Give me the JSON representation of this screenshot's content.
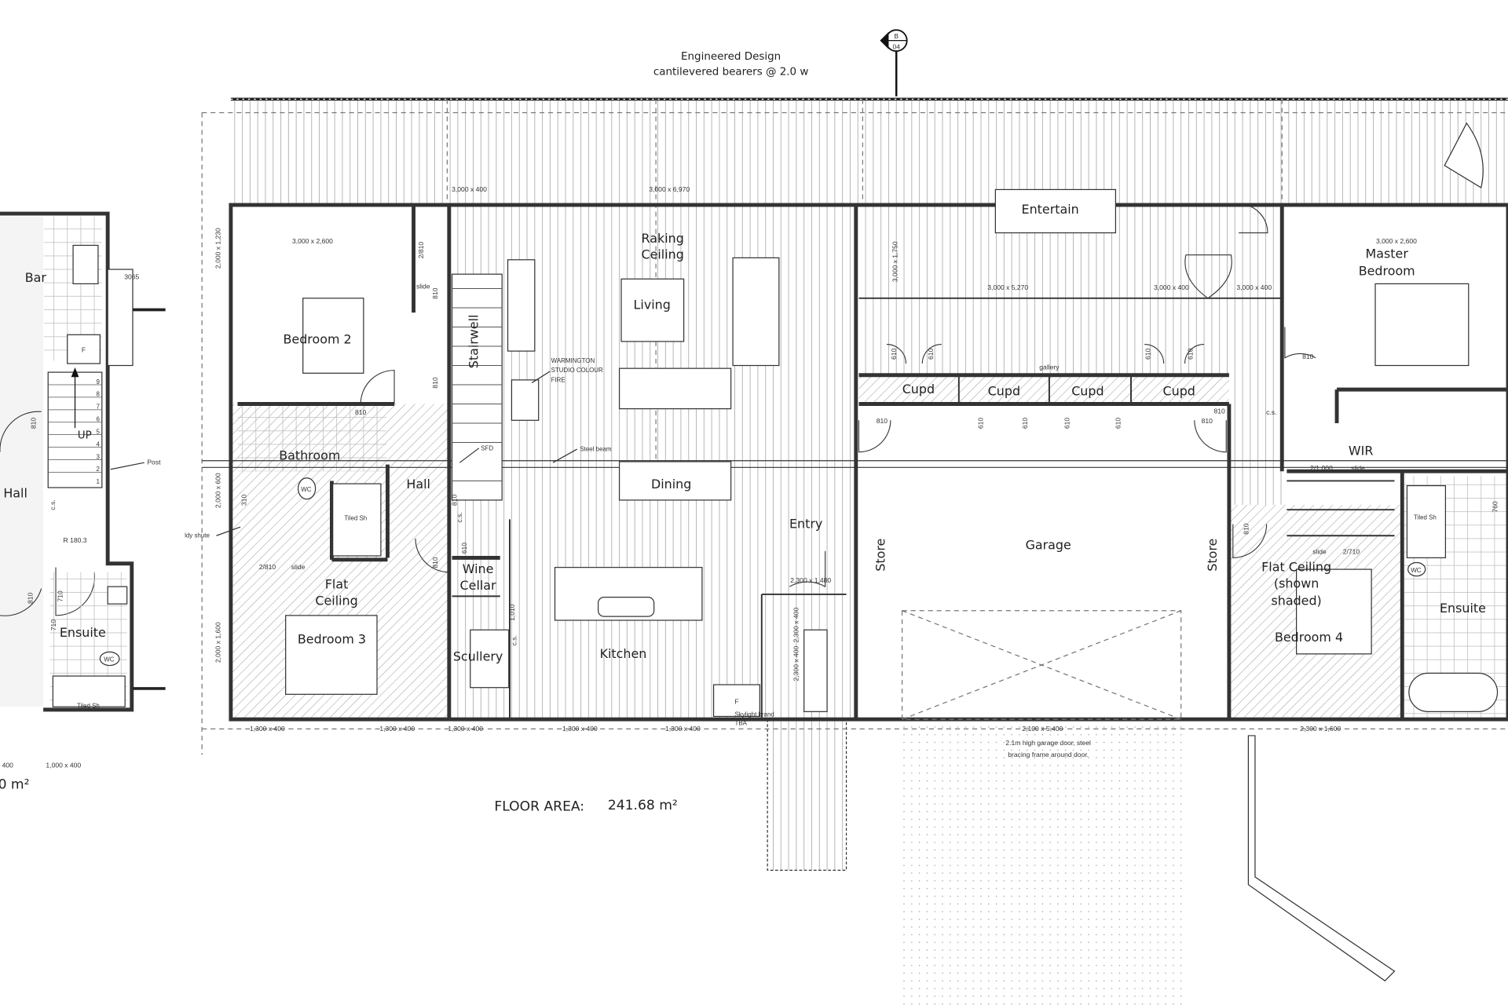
{
  "title_note": {
    "line1": "Engineered Design",
    "line2": "cantilevered bearers @ 2.0 w"
  },
  "section_marker": {
    "letter": "B",
    "sheet": "04"
  },
  "left_plan": {
    "bar": "Bar",
    "bar_code": "3065",
    "hall": "Hall",
    "stair_up": "UP",
    "riser": "R 180.3",
    "post": "Post",
    "ensuite": "Ensuite",
    "tiled_shower": "Tiled Sh",
    "wc": "WC",
    "door_810a": "810",
    "door_810b": "810",
    "door_710a": "710",
    "door_710b": "710",
    "stair_numbers": [
      "1",
      "2",
      "3",
      "4",
      "5",
      "6",
      "7",
      "8",
      "9"
    ],
    "dim_a": "400",
    "dim_b": "1,000 x 400",
    "area_partial": "0 m²",
    "fridge": "F"
  },
  "rooms": {
    "bedroom2": "Bedroom 2",
    "bathroom": "Bathroom",
    "hall": "Hall",
    "stairwell": "Stairwell",
    "flat_ceiling_1": "Flat",
    "flat_ceiling_2": "Ceiling",
    "bedroom3": "Bedroom 3",
    "wine_1": "Wine",
    "wine_2": "Cellar",
    "scullery": "Scullery",
    "kitchen": "Kitchen",
    "dining": "Dining",
    "living": "Living",
    "raking_1": "Raking",
    "raking_2": "Ceiling",
    "entry": "Entry",
    "store_left": "Store",
    "garage": "Garage",
    "store_right": "Store",
    "entertain": "Entertain",
    "gallery": "gallery",
    "cupd": [
      "Cupd",
      "Cupd",
      "Cupd",
      "Cupd"
    ],
    "master_1": "Master",
    "master_2": "Bedroom",
    "wir": "WIR",
    "flat4_1": "Flat Ceiling",
    "flat4_2": "(shown",
    "flat4_3": "shaded)",
    "bedroom4": "Bedroom 4",
    "ensuite": "Ensuite",
    "tiled_sh_1": "Tiled Sh",
    "tiled_sh_2": "Tiled Sh",
    "wc_1": "WC",
    "wc_2": "WC",
    "fridge": "F"
  },
  "dimensions": {
    "deck_left": "3,000 x 400",
    "deck_mid": "3,000 x 6,970",
    "bed2": "3,000 x 2,600",
    "master": "3,000 x 2,600",
    "ent_v": "3,000 x 1,750",
    "ent_w": "3,000 x 5,270",
    "ent_400a": "3,000 x 400",
    "ent_400b": "3,000 x 400",
    "side_1": "2,000 x 1,230",
    "side_2": "2,000 x 600",
    "side_3": "2,000 x 1,600",
    "bottom": [
      "1,300 x 400",
      "1,300 x 400",
      "1,300 x 400",
      "1,300 x 400",
      "1,300 x 400"
    ],
    "garage_door": "2,100 x 5,400",
    "bottom_right": "2,300 x 1,600",
    "entry_door": "2,300 x 1,480",
    "entry_side_1": "2,300 x 400",
    "entry_side_2": "2,300 x 400",
    "scullery_door": "1,010",
    "wine_door": "610",
    "laundry": "310",
    "d810": [
      "810",
      "810",
      "810",
      "810",
      "810",
      "810",
      "810",
      "810",
      "810",
      "810"
    ],
    "d610": [
      "610",
      "610",
      "610",
      "610",
      "610",
      "610",
      "610",
      "610"
    ],
    "slide": [
      "slide",
      "slide",
      "slide",
      "slide"
    ],
    "w2810": [
      "2/810",
      "2/810"
    ],
    "w2710": "2/710",
    "w21000": "2/1,000",
    "cs": [
      "c.s.",
      "c.s.",
      "c.s.",
      "c.s."
    ],
    "d760": "760"
  },
  "notes": {
    "fire_1": "WARMINGTON",
    "fire_2": "STUDIO COLOUR",
    "fire_3": "FIRE",
    "steel_beam": "Steel beam",
    "sfd": "SFD",
    "ldy_shute": "ldy shute",
    "skylight_1": "Skylight brand",
    "skylight_2": "TBA",
    "garage_note_1": "2.1m high garage door, steel",
    "garage_note_2": "bracing frame around door."
  },
  "floor_area": {
    "label": "FLOOR AREA:",
    "value": "241.68 m²"
  }
}
